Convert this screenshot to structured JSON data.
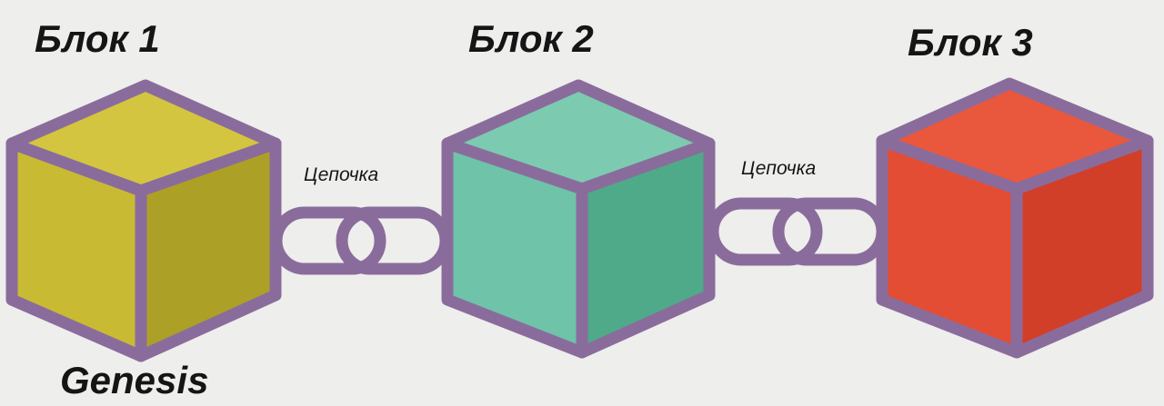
{
  "blocks": [
    {
      "title": "Блок 1",
      "colors": {
        "top": "#d3c53f",
        "left": "#c8ba33",
        "right": "#ada026"
      }
    },
    {
      "title": "Блок 2",
      "colors": {
        "top": "#7ccbb0",
        "left": "#6ec3a8",
        "right": "#4faa89"
      }
    },
    {
      "title": "Блок 3",
      "colors": {
        "top": "#e9573d",
        "left": "#e34d34",
        "right": "#d13f29"
      }
    }
  ],
  "links": [
    {
      "label": "Цепочка"
    },
    {
      "label": "Цепочка"
    }
  ],
  "genesis_label": "Genesis",
  "colors": {
    "outline": "#8a6c9c",
    "chain": "#8a6c9c",
    "background": "#eeeeec",
    "text": "#151515"
  }
}
